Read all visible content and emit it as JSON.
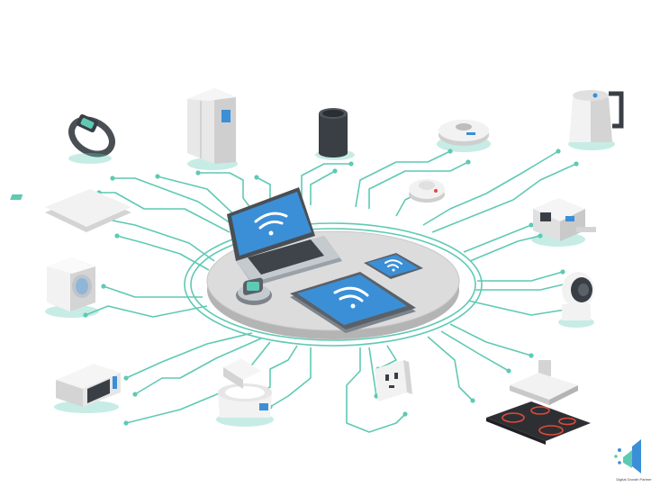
{
  "title": "",
  "colors": {
    "circuit": "#5fc9b4",
    "circuit_dark": "#3fb59d",
    "platform_top": "#dcdcdc",
    "platform_side": "#b4b4b4",
    "screen": "#3b8fd6",
    "wifi": "#ffffff",
    "device_white": "#f2f2f2",
    "device_shade": "#d4d4d4",
    "speaker": "#3a3f45",
    "hob": "#2d2f33",
    "hob_ring": "#e04a3a",
    "logo_blue": "#3a8fd8"
  },
  "hub_devices": [
    {
      "name": "laptop",
      "icon": "wifi-icon"
    },
    {
      "name": "tablet",
      "icon": "wifi-icon"
    },
    {
      "name": "smartphone",
      "icon": "wifi-icon"
    },
    {
      "name": "smartwatch",
      "icon": "wifi-icon"
    }
  ],
  "connected_devices": [
    "fitness-band",
    "refrigerator",
    "smart-speaker",
    "robot-vacuum",
    "electric-kettle",
    "bathroom-scale",
    "smoke-detector",
    "coffee-machine",
    "washing-machine",
    "security-camera",
    "microwave-oven",
    "rice-cooker",
    "power-outlet",
    "range-hood",
    "induction-cooktop"
  ],
  "logo": {
    "text": "Digital Growth Partner"
  }
}
